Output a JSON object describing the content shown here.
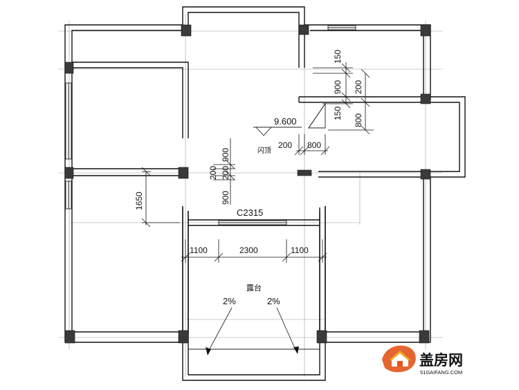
{
  "plan": {
    "elevation_label": "9.600",
    "roof_label": "闪顶",
    "terrace_label": "露台",
    "window_label": "C2315",
    "slope_left": "2%",
    "slope_right": "2%"
  },
  "dimensions": {
    "d150_top": "150",
    "d900_right": "900",
    "d200_right": "200",
    "d150_mid": "150",
    "d800_right": "800",
    "d200_h": "200",
    "d800_h": "800",
    "v900_top": "900",
    "v200_a": "200",
    "v200_b": "200",
    "v900_bottom": "900",
    "d1650": "1650",
    "d1100_left": "1100",
    "d2300": "2300",
    "d1100_right": "1100"
  },
  "brand": {
    "name": "盖房网",
    "url": "51GAIFANG.COM",
    "accent": "#e2541b"
  }
}
